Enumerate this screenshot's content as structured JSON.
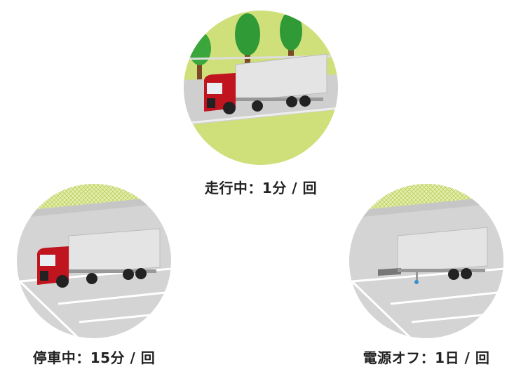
{
  "scenes": [
    {
      "id": "driving",
      "label": "走行中：1分 / 回"
    },
    {
      "id": "stopped",
      "label": "停車中：15分 / 回"
    },
    {
      "id": "power_off",
      "label": "電源オフ：1日 / 回"
    }
  ],
  "colors": {
    "grass": "#cfe07a",
    "road": "#d4d4d4",
    "cab": "#c0141e",
    "trailer": "#e4e4e4",
    "tree": "#3aa63c",
    "fence": "#c8dc6a"
  }
}
